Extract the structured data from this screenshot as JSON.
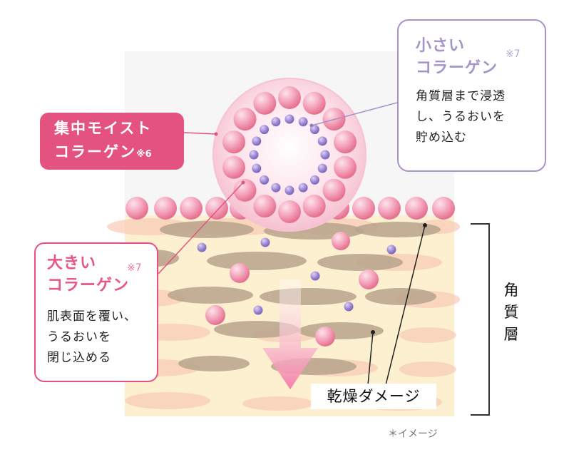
{
  "small_collagen": {
    "title_line1": "小さい",
    "title_line2": "コラーゲン",
    "note": "※7",
    "desc_line1": "角質層まで浸透",
    "desc_line2": "し、うるおいを",
    "desc_line3": "貯め込む"
  },
  "moist_collagen": {
    "line1": "集中モイスト",
    "line2": "コラーゲン",
    "note": "※6"
  },
  "large_collagen": {
    "title_line1": "大きい",
    "title_line2": "コラーゲン",
    "note": "※7",
    "desc_line1": "肌表面を覆い、",
    "desc_line2": "うるおいを",
    "desc_line3": "閉じ込める"
  },
  "dryness_label": "乾燥ダメージ",
  "layer_label": [
    "角",
    "質",
    "層"
  ],
  "image_note": "＊イメージ",
  "colors": {
    "pink_sphere": "#f2a2b9",
    "purple_sphere": "#9d87d2",
    "moist_label_bg": "#e4527f",
    "small_callout_border": "#a993c8",
    "large_callout_border": "#e94f85",
    "skin_bg": "#fdf1d2",
    "cell_brown": "#b8a48d"
  }
}
